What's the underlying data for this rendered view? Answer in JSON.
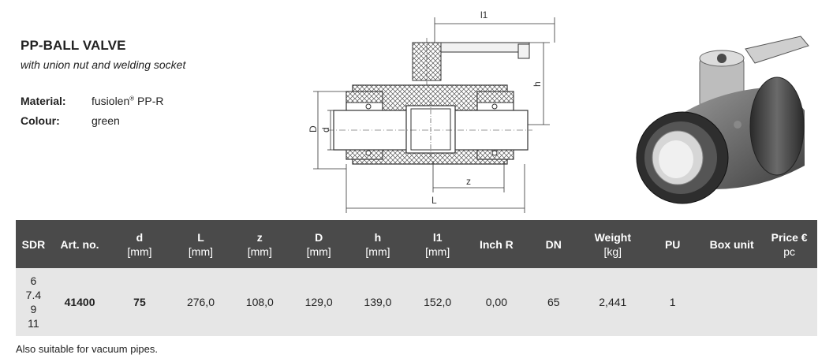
{
  "product": {
    "title": "PP-BALL VALVE",
    "subtitle": "with union nut and welding socket",
    "material_label": "Material:",
    "material_value": "fusiolen",
    "material_reg": "®",
    "material_suffix": " PP-R",
    "colour_label": "Colour:",
    "colour_value": "green"
  },
  "drawing": {
    "label_l1": "l1",
    "label_h": "h",
    "label_D": "D",
    "label_d": "d",
    "label_z": "z",
    "label_L": "L"
  },
  "table": {
    "headers": [
      {
        "name": "SDR",
        "unit": ""
      },
      {
        "name": "Art. no.",
        "unit": ""
      },
      {
        "name": "d",
        "unit": "[mm]"
      },
      {
        "name": "L",
        "unit": "[mm]"
      },
      {
        "name": "z",
        "unit": "[mm]"
      },
      {
        "name": "D",
        "unit": "[mm]"
      },
      {
        "name": "h",
        "unit": "[mm]"
      },
      {
        "name": "l1",
        "unit": "[mm]"
      },
      {
        "name": "Inch R",
        "unit": ""
      },
      {
        "name": "DN",
        "unit": ""
      },
      {
        "name": "Weight",
        "unit": "[kg]"
      },
      {
        "name": "PU",
        "unit": ""
      },
      {
        "name": "Box unit",
        "unit": ""
      },
      {
        "name": "Price €",
        "unit": "pc"
      }
    ],
    "row": {
      "sdr": [
        "6",
        "7.4",
        "9",
        "11"
      ],
      "art_no": "41400",
      "d": "75",
      "L": "276,0",
      "z": "108,0",
      "D": "129,0",
      "h": "139,0",
      "l1": "152,0",
      "inch_r": "0,00",
      "dn": "65",
      "weight": "2,441",
      "pu": "1",
      "box_unit": "",
      "price": ""
    }
  },
  "note": "Also suitable for vacuum pipes."
}
